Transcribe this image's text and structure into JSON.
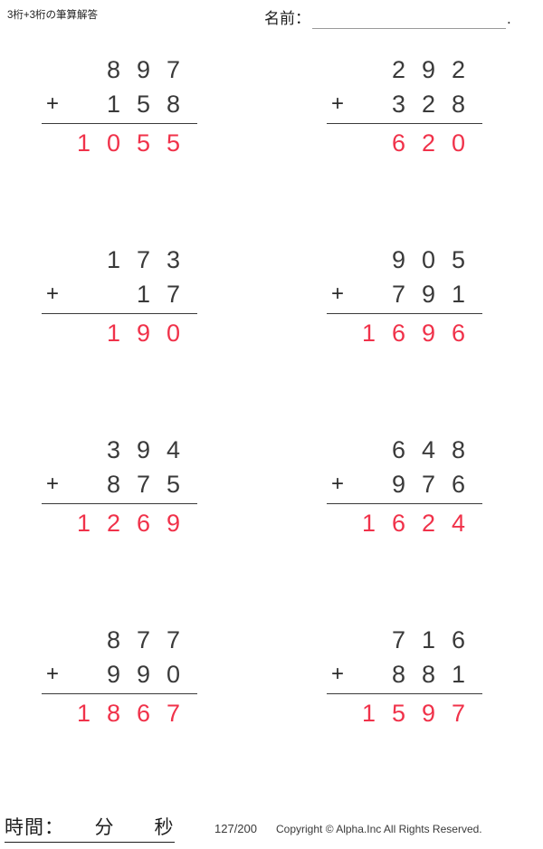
{
  "header": {
    "title": "3桁+3桁の筆算解答",
    "name_label": "名前：",
    "name_value": "",
    "name_trailing_dot": "."
  },
  "colors": {
    "answer_red": "#f0324a",
    "digit_gray": "#3a3a3a",
    "rule_dark": "#3a3a3a",
    "page_background": "#ffffff"
  },
  "operator": "+",
  "problems": [
    {
      "index": 1,
      "position": "row1-left",
      "addend1": "897",
      "addend2": "158",
      "operator": "+",
      "answer": "1055",
      "addend1_digits": [
        "",
        "8",
        "9",
        "7"
      ],
      "addend2_digits": [
        "",
        "1",
        "5",
        "8"
      ],
      "answer_digits": [
        "1",
        "0",
        "5",
        "5"
      ]
    },
    {
      "index": 2,
      "position": "row1-right",
      "addend1": "292",
      "addend2": "328",
      "operator": "+",
      "answer": "620",
      "addend1_digits": [
        "",
        "2",
        "9",
        "2"
      ],
      "addend2_digits": [
        "",
        "3",
        "2",
        "8"
      ],
      "answer_digits": [
        "",
        "6",
        "2",
        "0"
      ]
    },
    {
      "index": 3,
      "position": "row2-left",
      "addend1": "173",
      "addend2": "17",
      "operator": "+",
      "answer": "190",
      "addend1_digits": [
        "",
        "1",
        "7",
        "3"
      ],
      "addend2_digits": [
        "",
        "",
        "1",
        "7"
      ],
      "answer_digits": [
        "",
        "1",
        "9",
        "0"
      ]
    },
    {
      "index": 4,
      "position": "row2-right",
      "addend1": "905",
      "addend2": "791",
      "operator": "+",
      "answer": "1696",
      "addend1_digits": [
        "",
        "9",
        "0",
        "5"
      ],
      "addend2_digits": [
        "",
        "7",
        "9",
        "1"
      ],
      "answer_digits": [
        "1",
        "6",
        "9",
        "6"
      ]
    },
    {
      "index": 5,
      "position": "row3-left",
      "addend1": "394",
      "addend2": "875",
      "operator": "+",
      "answer": "1269",
      "addend1_digits": [
        "",
        "3",
        "9",
        "4"
      ],
      "addend2_digits": [
        "",
        "8",
        "7",
        "5"
      ],
      "answer_digits": [
        "1",
        "2",
        "6",
        "9"
      ]
    },
    {
      "index": 6,
      "position": "row3-right",
      "addend1": "648",
      "addend2": "976",
      "operator": "+",
      "answer": "1624",
      "addend1_digits": [
        "",
        "6",
        "4",
        "8"
      ],
      "addend2_digits": [
        "",
        "9",
        "7",
        "6"
      ],
      "answer_digits": [
        "1",
        "6",
        "2",
        "4"
      ]
    },
    {
      "index": 7,
      "position": "row4-left",
      "addend1": "877",
      "addend2": "990",
      "operator": "+",
      "answer": "1867",
      "addend1_digits": [
        "",
        "8",
        "7",
        "7"
      ],
      "addend2_digits": [
        "",
        "9",
        "9",
        "0"
      ],
      "answer_digits": [
        "1",
        "8",
        "6",
        "7"
      ]
    },
    {
      "index": 8,
      "position": "row4-right",
      "addend1": "716",
      "addend2": "881",
      "operator": "+",
      "answer": "1597",
      "addend1_digits": [
        "",
        "7",
        "1",
        "6"
      ],
      "addend2_digits": [
        "",
        "8",
        "8",
        "1"
      ],
      "answer_digits": [
        "1",
        "5",
        "9",
        "7"
      ]
    }
  ],
  "footer": {
    "time_text": "時間：　　分　　秒",
    "page_number": "127/200",
    "copyright": "Copyright © Alpha.Inc All Rights Reserved."
  }
}
